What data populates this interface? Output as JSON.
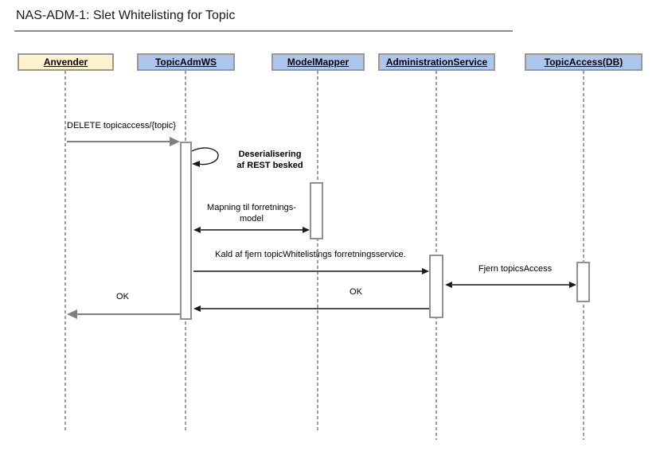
{
  "title": "NAS-ADM-1: Slet Whitelisting for Topic",
  "diagram_type": "uml-sequence",
  "colors": {
    "actor_user_fill": "#fff2cc",
    "actor_service_fill": "#adc6f0",
    "box_border": "#999999",
    "lifeline": "#9e9e9e",
    "arrow_gray": "#808080",
    "arrow_dark": "#4d4d4d",
    "arrowhead_dark": "#1a1a1a",
    "text": "#000000"
  },
  "actors": [
    {
      "label": "Anvender",
      "type": "user"
    },
    {
      "label": "TopicAdmWS",
      "type": "service"
    },
    {
      "label": "ModelMapper",
      "type": "service"
    },
    {
      "label": "AdministrationService",
      "type": "service"
    },
    {
      "label": "TopicAccess(DB)",
      "type": "service"
    }
  ],
  "messages": {
    "delete_topic": {
      "label": "DELETE topicaccess/{topic}",
      "from": "Anvender",
      "to": "TopicAdmWS",
      "style": "gray-solid"
    },
    "deserialisering": {
      "line1": "Deserialisering",
      "line2": "af REST besked",
      "from": "TopicAdmWS",
      "to": "TopicAdmWS",
      "style": "self-call"
    },
    "mapning": {
      "line1": "Mapning til forretnings-",
      "line2": "model",
      "from": "TopicAdmWS",
      "to": "ModelMapper",
      "style": "double-headed"
    },
    "kald": {
      "label": "Kald af fjern topicWhitelistings forretningsservice.",
      "from": "TopicAdmWS",
      "to": "AdministrationService",
      "style": "solid"
    },
    "fjern": {
      "label": "Fjern topicsAccess",
      "from": "AdministrationService",
      "to": "TopicAccess(DB)",
      "style": "double-headed"
    },
    "ok_admin": {
      "label": "OK",
      "from": "AdministrationService",
      "to": "TopicAdmWS",
      "style": "solid"
    },
    "ok_anvender": {
      "label": "OK",
      "from": "TopicAdmWS",
      "to": "Anvender",
      "style": "gray-solid"
    }
  }
}
